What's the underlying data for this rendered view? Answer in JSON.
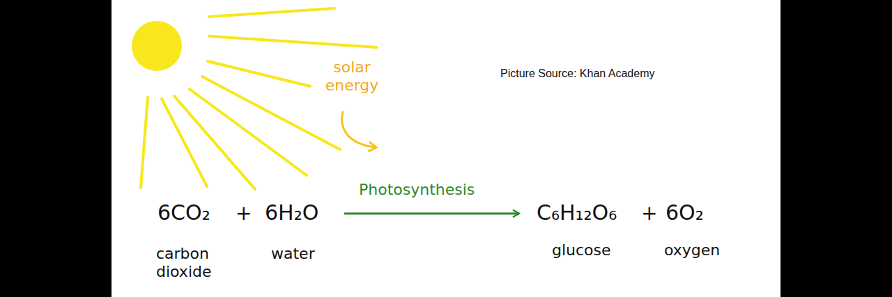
{
  "diagram": {
    "labels": [
      "solar energy",
      "Picture Source: Khan Academy",
      "6CO₂",
      "+",
      "6H₂O",
      "carbon dioxide",
      "water",
      "Photosynthesis",
      "C₆H₁₂O₆",
      "+",
      "6O₂",
      "glucose",
      "oxygen"
    ]
  }
}
